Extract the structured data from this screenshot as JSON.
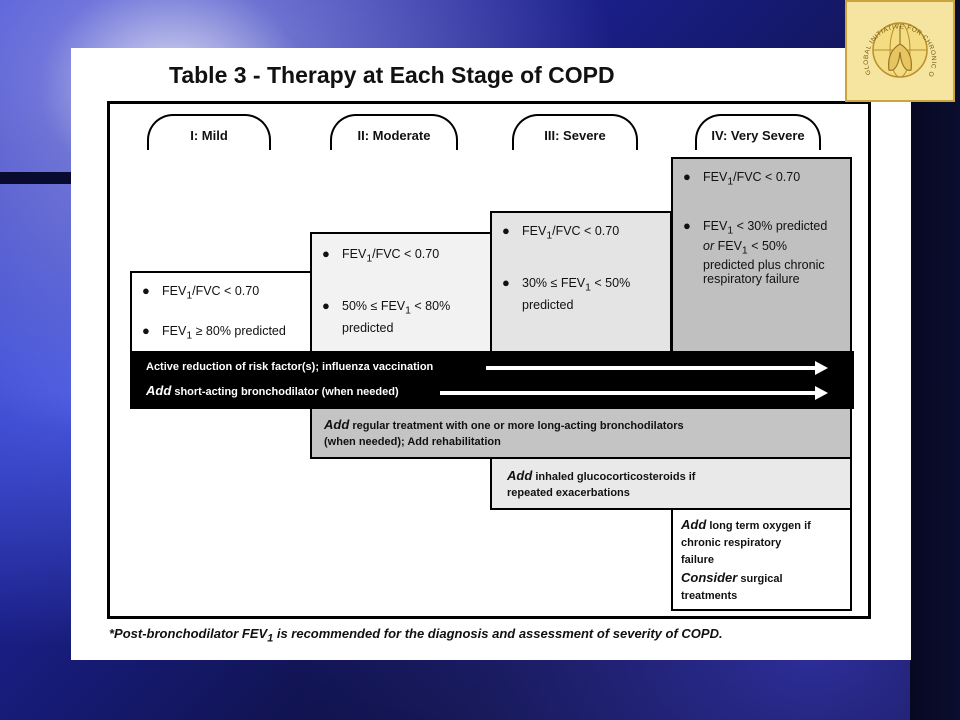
{
  "title": "Table 3 - Therapy at Each Stage of COPD",
  "logo": {
    "icon": "gold-initiative-logo",
    "text": "GLOBAL INITIATIVE FOR CHRONIC OBSTRUCTIVE LUNG DISEASE"
  },
  "stages": [
    {
      "label": "I: Mild",
      "bullets": [
        {
          "a": "FEV",
          "sub": "1",
          "b": "/FVC < 0.70"
        },
        {
          "a": "FEV",
          "sub": "1",
          "b": " ≥ 80% predicted"
        }
      ]
    },
    {
      "label": "II: Moderate",
      "bullets": [
        {
          "a": "FEV",
          "sub": "1",
          "b": "/FVC < 0.70"
        },
        {
          "a": "50% ≤ FEV",
          "sub": "1",
          "b": " < 80%",
          "c": "predicted"
        }
      ]
    },
    {
      "label": "III: Severe",
      "bullets": [
        {
          "a": "FEV",
          "sub": "1",
          "b": "/FVC < 0.70"
        },
        {
          "a": "30% ≤ FEV",
          "sub": "1",
          "b": " < 50%",
          "c": "predicted"
        }
      ]
    },
    {
      "label": "IV: Very Severe",
      "bullets": [
        {
          "a": "FEV",
          "sub": "1",
          "b": "/FVC < 0.70"
        },
        {
          "a": "FEV",
          "sub": "1",
          "b": " < 30% predicted",
          "c_it": "or",
          "c": " FEV",
          "c_sub": "1",
          "c2": " < 50%",
          "d": "predicted plus chronic",
          "e": "respiratory failure"
        }
      ]
    }
  ],
  "band": {
    "line1": "Active reduction of risk factor(s); influenza vaccination",
    "line2_add": "Add",
    "line2": " short-acting bronchodilator (when needed)"
  },
  "therapy": {
    "moderate": {
      "add": "Add",
      "text1": " regular treatment with one or more long-acting bronchodilators",
      "text2": "(when needed); Add rehabilitation"
    },
    "severe": {
      "add": "Add",
      "text1": " inhaled glucocorticosteroids if",
      "text2": "repeated exacerbations"
    },
    "very_severe": {
      "add": "Add",
      "text1": " long term oxygen if",
      "text2": "chronic respiratory",
      "text3": "failure",
      "consider": "Consider",
      "text4": " surgical",
      "text5": "treatments"
    }
  },
  "footnote": {
    "a": "*Post-bronchodilator ",
    "b": "FEV",
    "sub": "1",
    "c": " is recommended for the diagnosis and assessment of severity of COPD."
  },
  "colors": {
    "stage1": "#ffffff",
    "stage2": "#f2f2f2",
    "stage3": "#e4e4e4",
    "stage4": "#c0c0c0",
    "band": "#000000"
  }
}
